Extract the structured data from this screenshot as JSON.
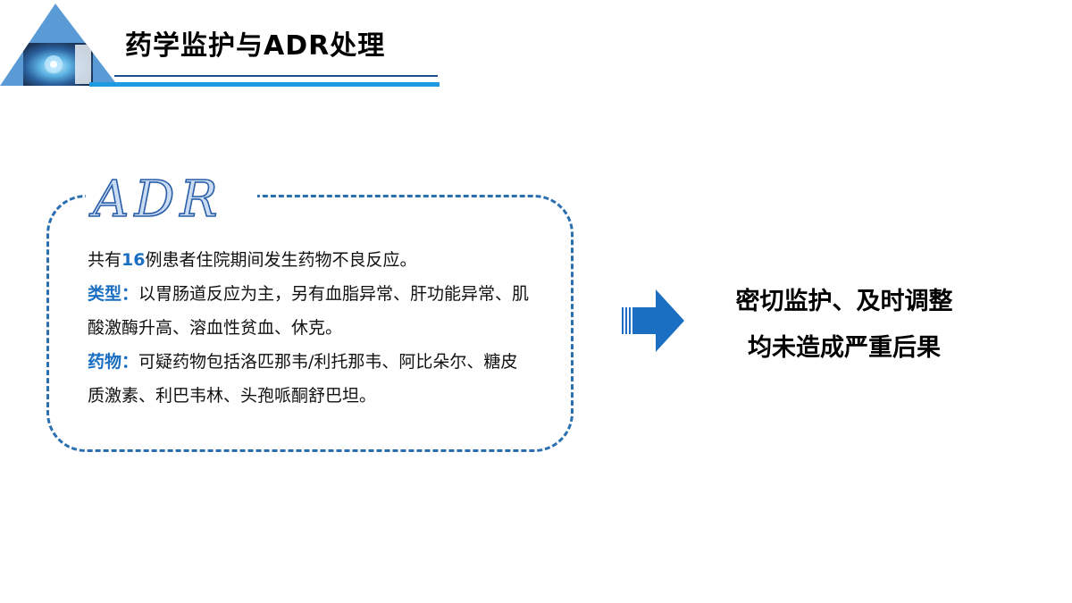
{
  "header": {
    "title": "药学监护与ADR处理"
  },
  "colors": {
    "accent_blue": "#1b6fc2",
    "triangle_blue": "#5b9bd5",
    "rule_dark": "#1e4f8f",
    "rule_light": "#1e9ae0",
    "box_border": "#2a6fb0"
  },
  "adr_box": {
    "logo_text": "ADR",
    "line1_prefix": "共有",
    "line1_number": "16",
    "line1_suffix": "例患者住院期间发生药物不良反应。",
    "type_label": "类型：",
    "type_text": "以胃肠道反应为主，另有血脂异常、肝功能异常、肌酸激酶升高、溶血性贫血、休克。",
    "drug_label": "药物：",
    "drug_text": "可疑药物包括洛匹那韦/利托那韦、阿比朵尔、糖皮质激素、利巴韦林、头孢哌酮舒巴坦。"
  },
  "conclusion": {
    "line1": "密切监护、及时调整",
    "line2": "均未造成严重后果"
  },
  "icons": {
    "arrow": "right-arrow-icon",
    "corner_image": "medical-photo-triangle"
  }
}
